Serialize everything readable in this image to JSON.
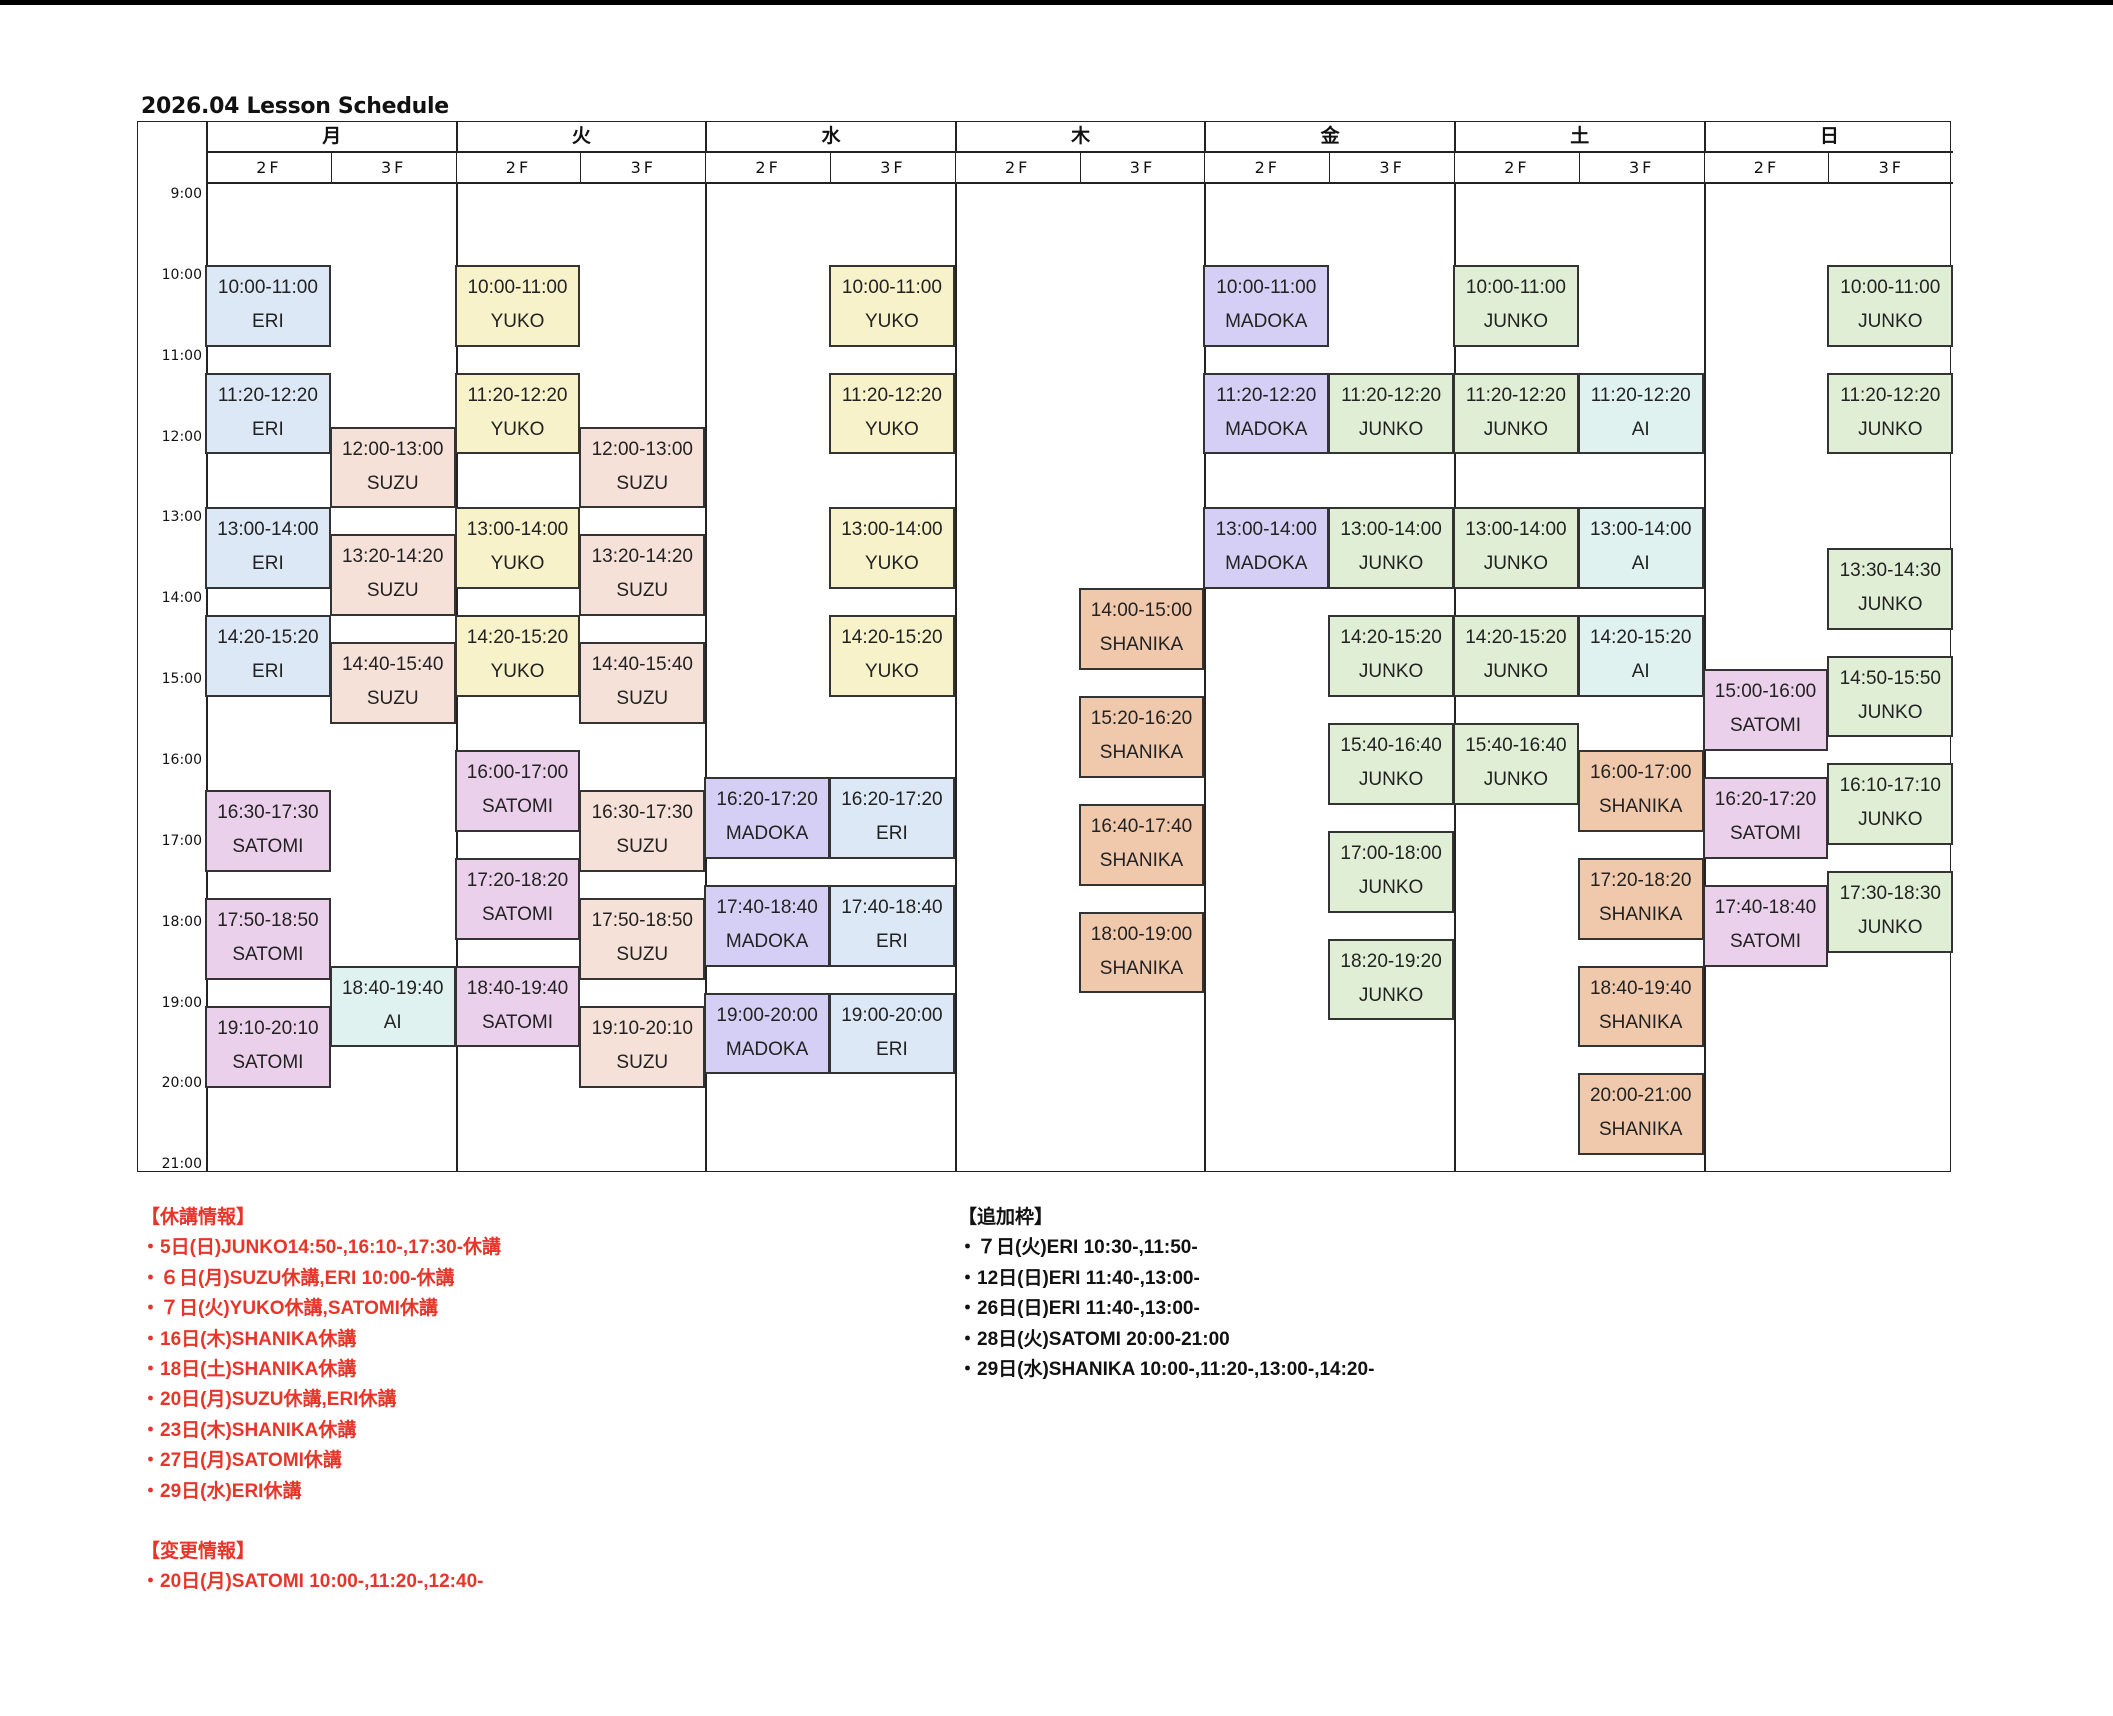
{
  "title": "2026.04 Lesson Schedule",
  "days": [
    "月",
    "火",
    "水",
    "木",
    "金",
    "土",
    "日"
  ],
  "floors": [
    "2F",
    "3F"
  ],
  "hours": [
    "9:00",
    "10:00",
    "11:00",
    "12:00",
    "13:00",
    "14:00",
    "15:00",
    "16:00",
    "17:00",
    "18:00",
    "19:00",
    "20:00",
    "21:00"
  ],
  "colors": {
    "ERI": "#dde8f6",
    "YUKO": "#f7f2c9",
    "SUZU": "#f6e1d8",
    "SATOMI": "#ebd0ec",
    "MADOKA": "#d5cff5",
    "JUNKO": "#dfeed5",
    "AI": "#e0f2ef",
    "SHANIKA": "#f0c9ad",
    "notice_red": "#e8352a"
  },
  "events": [
    {
      "day": 0,
      "floor": 0,
      "time": "10:00-11:00",
      "name": "ERI"
    },
    {
      "day": 0,
      "floor": 0,
      "time": "11:20-12:20",
      "name": "ERI"
    },
    {
      "day": 0,
      "floor": 0,
      "time": "13:00-14:00",
      "name": "ERI"
    },
    {
      "day": 0,
      "floor": 0,
      "time": "14:20-15:20",
      "name": "ERI"
    },
    {
      "day": 0,
      "floor": 0,
      "time": "16:30-17:30",
      "name": "SATOMI"
    },
    {
      "day": 0,
      "floor": 0,
      "time": "17:50-18:50",
      "name": "SATOMI"
    },
    {
      "day": 0,
      "floor": 0,
      "time": "19:10-20:10",
      "name": "SATOMI"
    },
    {
      "day": 0,
      "floor": 1,
      "time": "12:00-13:00",
      "name": "SUZU"
    },
    {
      "day": 0,
      "floor": 1,
      "time": "13:20-14:20",
      "name": "SUZU"
    },
    {
      "day": 0,
      "floor": 1,
      "time": "14:40-15:40",
      "name": "SUZU"
    },
    {
      "day": 0,
      "floor": 1,
      "time": "18:40-19:40",
      "name": "AI"
    },
    {
      "day": 1,
      "floor": 0,
      "time": "10:00-11:00",
      "name": "YUKO"
    },
    {
      "day": 1,
      "floor": 0,
      "time": "11:20-12:20",
      "name": "YUKO"
    },
    {
      "day": 1,
      "floor": 0,
      "time": "13:00-14:00",
      "name": "YUKO"
    },
    {
      "day": 1,
      "floor": 0,
      "time": "14:20-15:20",
      "name": "YUKO"
    },
    {
      "day": 1,
      "floor": 0,
      "time": "16:00-17:00",
      "name": "SATOMI"
    },
    {
      "day": 1,
      "floor": 0,
      "time": "17:20-18:20",
      "name": "SATOMI"
    },
    {
      "day": 1,
      "floor": 0,
      "time": "18:40-19:40",
      "name": "SATOMI"
    },
    {
      "day": 1,
      "floor": 1,
      "time": "12:00-13:00",
      "name": "SUZU"
    },
    {
      "day": 1,
      "floor": 1,
      "time": "13:20-14:20",
      "name": "SUZU"
    },
    {
      "day": 1,
      "floor": 1,
      "time": "14:40-15:40",
      "name": "SUZU"
    },
    {
      "day": 1,
      "floor": 1,
      "time": "16:30-17:30",
      "name": "SUZU"
    },
    {
      "day": 1,
      "floor": 1,
      "time": "17:50-18:50",
      "name": "SUZU"
    },
    {
      "day": 1,
      "floor": 1,
      "time": "19:10-20:10",
      "name": "SUZU"
    },
    {
      "day": 2,
      "floor": 0,
      "time": "16:20-17:20",
      "name": "MADOKA"
    },
    {
      "day": 2,
      "floor": 0,
      "time": "17:40-18:40",
      "name": "MADOKA"
    },
    {
      "day": 2,
      "floor": 0,
      "time": "19:00-20:00",
      "name": "MADOKA"
    },
    {
      "day": 2,
      "floor": 1,
      "time": "10:00-11:00",
      "name": "YUKO"
    },
    {
      "day": 2,
      "floor": 1,
      "time": "11:20-12:20",
      "name": "YUKO"
    },
    {
      "day": 2,
      "floor": 1,
      "time": "13:00-14:00",
      "name": "YUKO"
    },
    {
      "day": 2,
      "floor": 1,
      "time": "14:20-15:20",
      "name": "YUKO"
    },
    {
      "day": 2,
      "floor": 1,
      "time": "16:20-17:20",
      "name": "ERI"
    },
    {
      "day": 2,
      "floor": 1,
      "time": "17:40-18:40",
      "name": "ERI"
    },
    {
      "day": 2,
      "floor": 1,
      "time": "19:00-20:00",
      "name": "ERI"
    },
    {
      "day": 3,
      "floor": 1,
      "time": "14:00-15:00",
      "name": "SHANIKA"
    },
    {
      "day": 3,
      "floor": 1,
      "time": "15:20-16:20",
      "name": "SHANIKA"
    },
    {
      "day": 3,
      "floor": 1,
      "time": "16:40-17:40",
      "name": "SHANIKA"
    },
    {
      "day": 3,
      "floor": 1,
      "time": "18:00-19:00",
      "name": "SHANIKA"
    },
    {
      "day": 4,
      "floor": 0,
      "time": "10:00-11:00",
      "name": "MADOKA"
    },
    {
      "day": 4,
      "floor": 0,
      "time": "11:20-12:20",
      "name": "MADOKA"
    },
    {
      "day": 4,
      "floor": 0,
      "time": "13:00-14:00",
      "name": "MADOKA"
    },
    {
      "day": 4,
      "floor": 1,
      "time": "11:20-12:20",
      "name": "JUNKO"
    },
    {
      "day": 4,
      "floor": 1,
      "time": "13:00-14:00",
      "name": "JUNKO"
    },
    {
      "day": 4,
      "floor": 1,
      "time": "14:20-15:20",
      "name": "JUNKO"
    },
    {
      "day": 4,
      "floor": 1,
      "time": "15:40-16:40",
      "name": "JUNKO"
    },
    {
      "day": 4,
      "floor": 1,
      "time": "17:00-18:00",
      "name": "JUNKO"
    },
    {
      "day": 4,
      "floor": 1,
      "time": "18:20-19:20",
      "name": "JUNKO"
    },
    {
      "day": 5,
      "floor": 0,
      "time": "10:00-11:00",
      "name": "JUNKO"
    },
    {
      "day": 5,
      "floor": 0,
      "time": "11:20-12:20",
      "name": "JUNKO"
    },
    {
      "day": 5,
      "floor": 0,
      "time": "13:00-14:00",
      "name": "JUNKO"
    },
    {
      "day": 5,
      "floor": 0,
      "time": "14:20-15:20",
      "name": "JUNKO"
    },
    {
      "day": 5,
      "floor": 0,
      "time": "15:40-16:40",
      "name": "JUNKO"
    },
    {
      "day": 5,
      "floor": 1,
      "time": "11:20-12:20",
      "name": "AI"
    },
    {
      "day": 5,
      "floor": 1,
      "time": "13:00-14:00",
      "name": "AI"
    },
    {
      "day": 5,
      "floor": 1,
      "time": "14:20-15:20",
      "name": "AI"
    },
    {
      "day": 5,
      "floor": 1,
      "time": "16:00-17:00",
      "name": "SHANIKA"
    },
    {
      "day": 5,
      "floor": 1,
      "time": "17:20-18:20",
      "name": "SHANIKA"
    },
    {
      "day": 5,
      "floor": 1,
      "time": "18:40-19:40",
      "name": "SHANIKA"
    },
    {
      "day": 5,
      "floor": 1,
      "time": "20:00-21:00",
      "name": "SHANIKA"
    },
    {
      "day": 6,
      "floor": 0,
      "time": "15:00-16:00",
      "name": "SATOMI"
    },
    {
      "day": 6,
      "floor": 0,
      "time": "16:20-17:20",
      "name": "SATOMI"
    },
    {
      "day": 6,
      "floor": 0,
      "time": "17:40-18:40",
      "name": "SATOMI"
    },
    {
      "day": 6,
      "floor": 1,
      "time": "10:00-11:00",
      "name": "JUNKO"
    },
    {
      "day": 6,
      "floor": 1,
      "time": "11:20-12:20",
      "name": "JUNKO"
    },
    {
      "day": 6,
      "floor": 1,
      "time": "13:30-14:30",
      "name": "JUNKO"
    },
    {
      "day": 6,
      "floor": 1,
      "time": "14:50-15:50",
      "name": "JUNKO"
    },
    {
      "day": 6,
      "floor": 1,
      "time": "16:10-17:10",
      "name": "JUNKO"
    },
    {
      "day": 6,
      "floor": 1,
      "time": "17:30-18:30",
      "name": "JUNKO"
    }
  ],
  "cancellations": {
    "heading": "【休講情報】",
    "items": [
      "・5日(日)JUNKO14:50-,16:10-,17:30-休講",
      "・６日(月)SUZU休講,ERI 10:00-休講",
      "・７日(火)YUKO休講,SATOMI休講",
      "・16日(木)SHANIKA休講",
      "・18日(土)SHANIKA休講",
      "・20日(月)SUZU休講,ERI休講",
      "・23日(木)SHANIKA休講",
      "・27日(月)SATOMI休講",
      "・29日(水)ERI休講"
    ]
  },
  "changes": {
    "heading": "【変更情報】",
    "items": [
      "・20日(月)SATOMI 10:00-,11:20-,12:40-"
    ]
  },
  "additions": {
    "heading": "【追加枠】",
    "items": [
      "・７日(火)ERI 10:30-,11:50-",
      "・12日(日)ERI 11:40-,13:00-",
      "・26日(日)ERI 11:40-,13:00-",
      "・28日(火)SATOMI 20:00-21:00",
      "・29日(水)SHANIKA 10:00-,11:20-,13:00-,14:20-"
    ]
  }
}
